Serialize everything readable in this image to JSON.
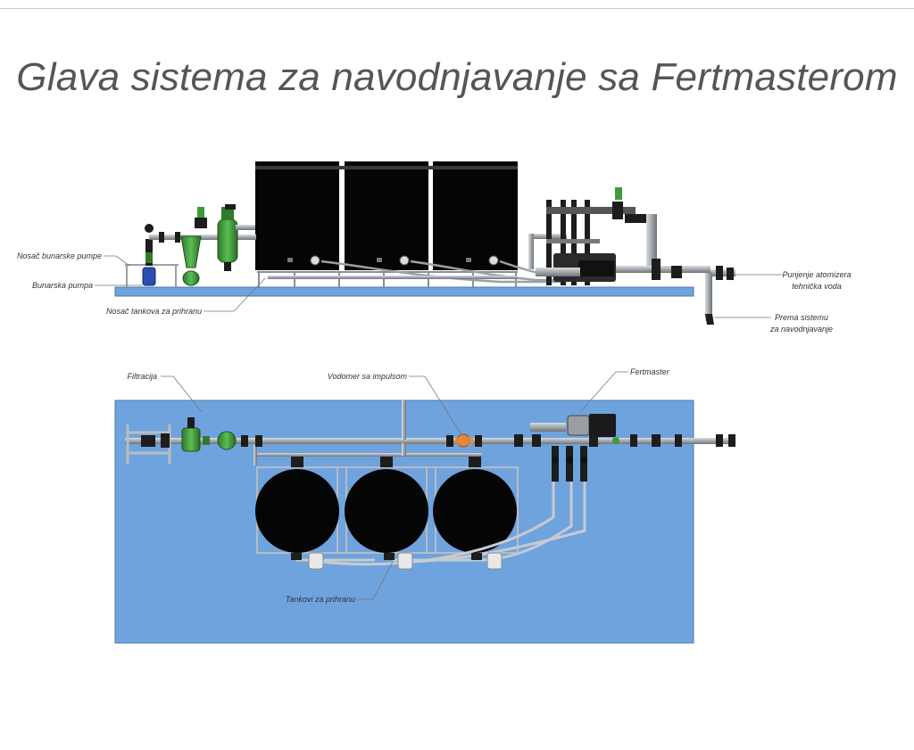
{
  "title": "Glava sistema za navodnjavanje sa Fertmasterom",
  "side_view": {
    "labels": {
      "pump_holder": "Nosač bunarske pumpe",
      "well_pump": "Bunarska pumpa",
      "tank_holder": "Nosač tankova za prihranu",
      "atomizer_fill_line1": "Punjenje atomizera",
      "atomizer_fill_line2": "tehnička voda",
      "to_system_line1": "Prema sistemu",
      "to_system_line2": "za navodnjavanje"
    }
  },
  "top_view": {
    "labels": {
      "filtration": "Filtracija",
      "water_meter": "Vodomer sa impulsom",
      "fertmaster": "Fertmaster",
      "tanks": "Tankovi za prihranu"
    }
  },
  "colors": {
    "base_blue": "#6fa3de",
    "tank": "#050505",
    "pipe": "#9aa0a6",
    "filter_green": "#3f9a3a",
    "meter_orange": "#e6873a",
    "pump_blue": "#2a4fb0"
  }
}
